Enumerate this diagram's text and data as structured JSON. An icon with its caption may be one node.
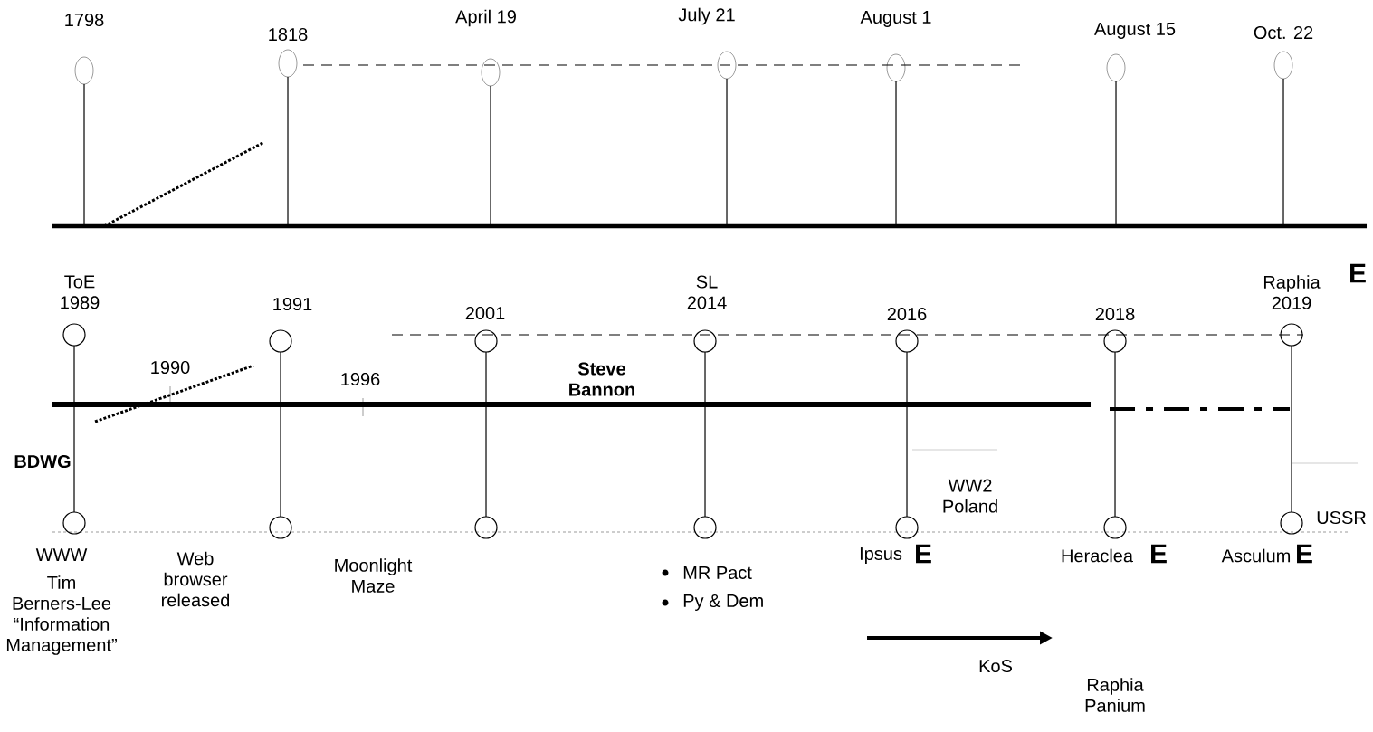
{
  "diagram": {
    "labels": [
      "1798",
      "1818",
      "April 19",
      "July 21",
      "August 1",
      "August 15",
      "Oct. 22",
      "ToE 1989",
      "SL 2014",
      "Raphia 2019",
      "E",
      "1991",
      "2001",
      "2016",
      "2018",
      "1990",
      "1996",
      "Steve Bannon",
      "BDWG",
      "WW2 Poland",
      "USSR",
      "WWW",
      "Tim Berners-Lee “Information Management”",
      "Web browser released",
      "Moonlight Maze",
      "MR Pact",
      "Py & Dem",
      "Ipsus",
      "E",
      "Heraclea",
      "E",
      "Asculum",
      "E",
      "KoS",
      "Raphia Panium"
    ]
  }
}
